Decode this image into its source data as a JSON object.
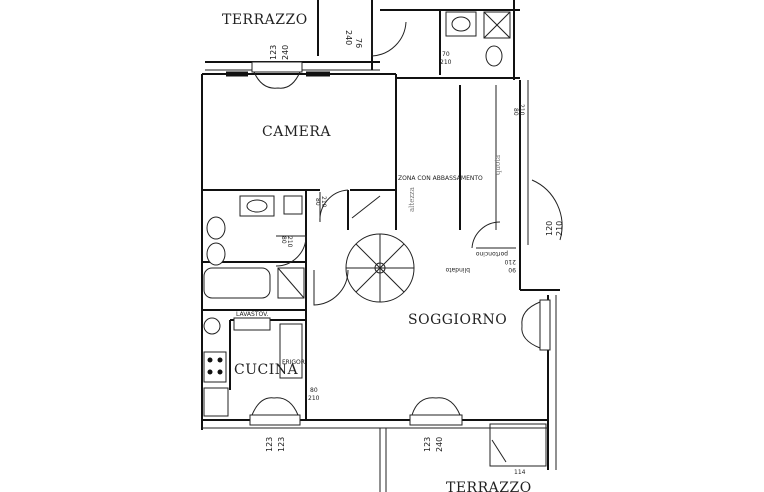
{
  "rooms": {
    "terrazzo_top": "TERRAZZO",
    "camera": "CAMERA",
    "soggiorno": "SOGGIORNO",
    "cucina": "CUCINA",
    "terrazzo_bottom": "TERRAZZO"
  },
  "labels": {
    "zona": "ZONA CON ABBASSAMENTO",
    "lavastov": "LAVASTOV.",
    "frigor": "FRIGOR.",
    "handwritten_mid": "altezza",
    "handwritten_right": "quota"
  },
  "dimensions": {
    "top_window_w": "123",
    "top_window_h": "240",
    "door_top_w": "76",
    "door_top_h": "240",
    "bath_door_w": "70",
    "bath_door_h": "210",
    "right_door_w": "80",
    "right_door_h": "210",
    "camera_door_w": "80",
    "camera_door_h": "210",
    "wc_door_w": "80",
    "wc_door_h": "210",
    "portoncino_w": "90",
    "portoncino_h": "210",
    "portoncino_label": "portoncino",
    "blindato_label": "blindato",
    "right_window_w": "120",
    "right_window_h": "210",
    "kitchen_door_w": "80",
    "kitchen_door_h": "210",
    "bottom_window1_w": "123",
    "bottom_window1_h": "123",
    "bottom_window2_w": "123",
    "bottom_window2_h": "240",
    "bottom_right": "114"
  }
}
